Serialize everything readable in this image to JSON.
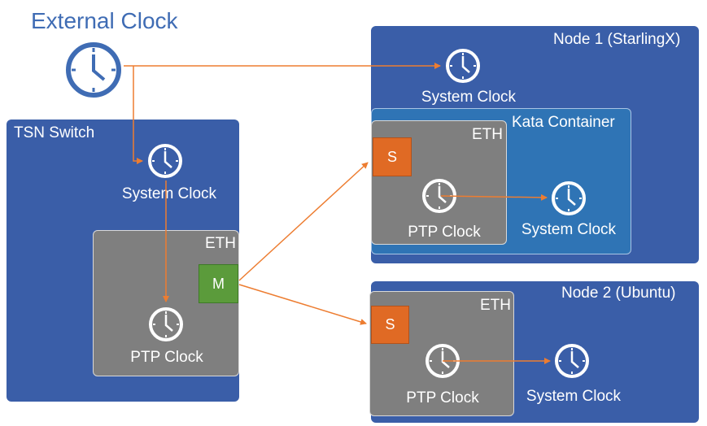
{
  "external": {
    "title": "External Clock",
    "icon": "clock-icon"
  },
  "tsn_switch": {
    "title": "TSN Switch",
    "system_clock": "System Clock",
    "eth": {
      "title": "ETH",
      "port": "M",
      "ptp_clock": "PTP Clock"
    }
  },
  "node1": {
    "title": "Node 1 (StarlingX)",
    "system_clock": "System Clock",
    "kata": {
      "title": "Kata Container",
      "system_clock": "System Clock",
      "eth": {
        "title": "ETH",
        "port": "S",
        "ptp_clock": "PTP Clock"
      }
    }
  },
  "node2": {
    "title": "Node 2 (Ubuntu)",
    "system_clock": "System Clock",
    "eth": {
      "title": "ETH",
      "port": "S",
      "ptp_clock": "PTP Clock"
    }
  },
  "colors": {
    "node_blue": "#3a5ea8",
    "kata_blue": "#2f74b5",
    "eth_gray": "#7f7f7f",
    "master_green": "#5b9b3b",
    "slave_orange": "#e06a24",
    "arrow_orange": "#ed7d31",
    "title_blue": "#3f6cb4"
  }
}
